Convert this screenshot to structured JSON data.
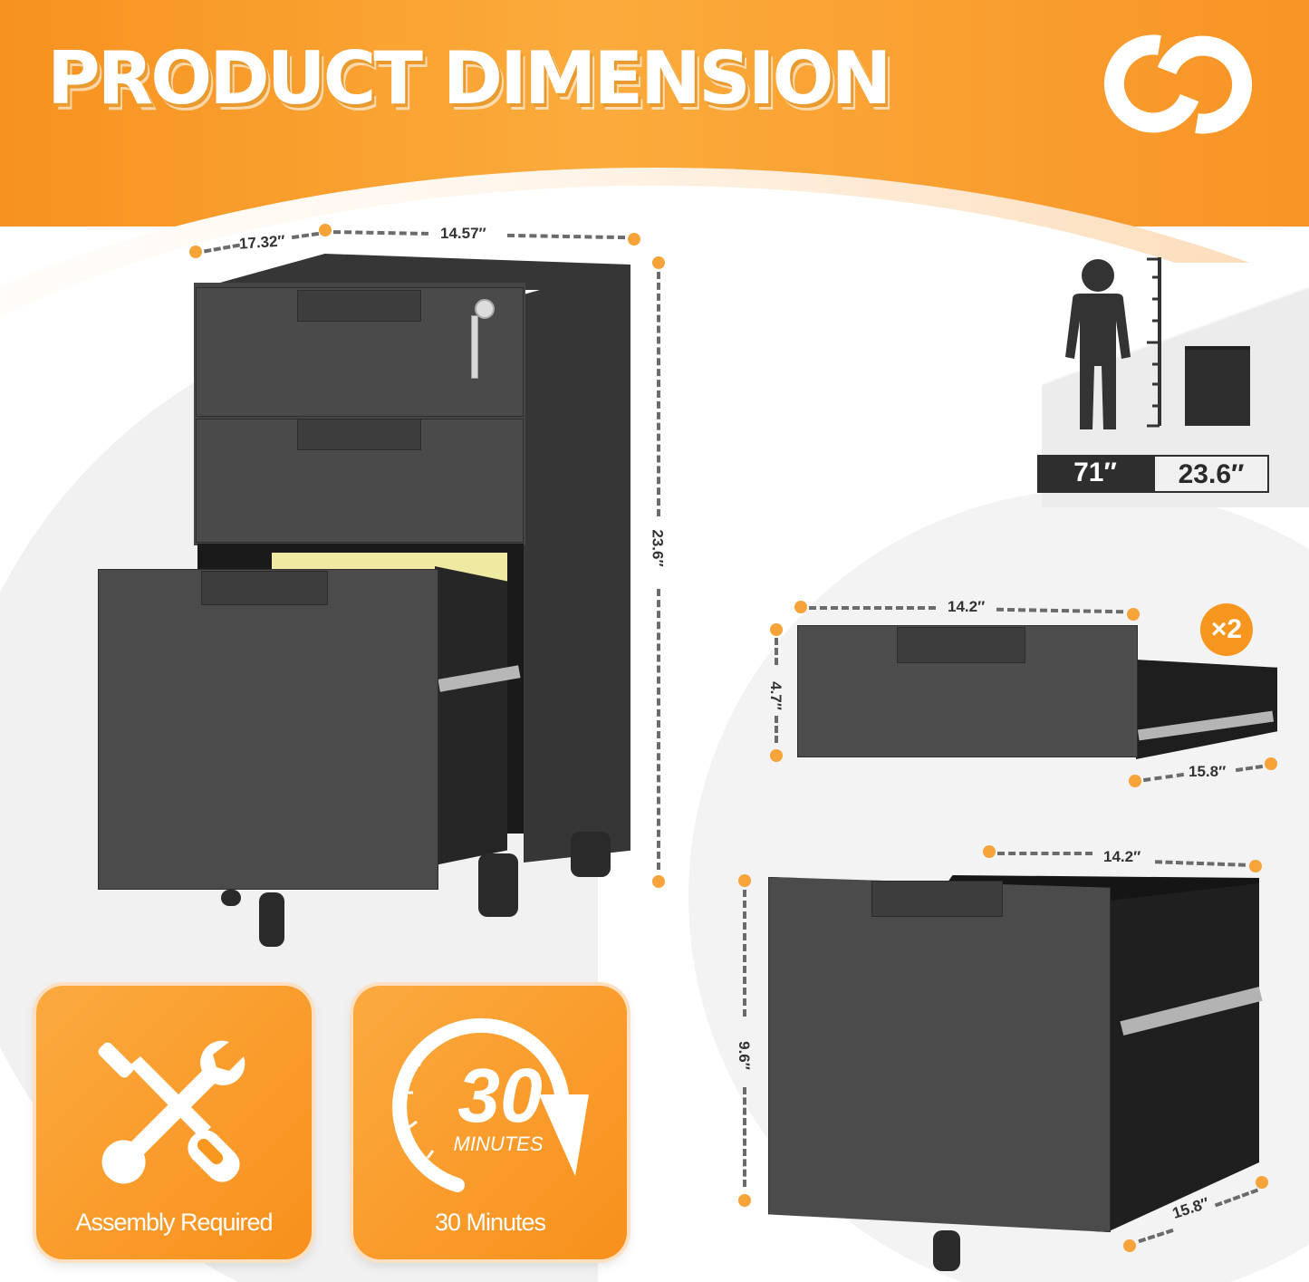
{
  "header": {
    "title": "PRODUCT DIMENSION",
    "logo_icon": "brand-interlocking-rings-icon",
    "colors": {
      "orange_start": "#f7921f",
      "orange_mid": "#fbab3c",
      "text": "#ffffff"
    }
  },
  "main_cabinet": {
    "depth": "17.32″",
    "width": "14.57″",
    "height": "23.6″",
    "drawers": 3,
    "has_lock": true
  },
  "height_comparison": {
    "person_height": "71″",
    "cabinet_height": "23.6″",
    "person_icon": "person-silhouette-icon",
    "ruler_icon": "height-ruler-icon"
  },
  "small_drawer": {
    "width": "14.2″",
    "height": "4.7″",
    "depth": "15.8″",
    "quantity_badge": "×2"
  },
  "file_drawer": {
    "width": "14.2″",
    "height": "9.6″",
    "depth": "15.8″"
  },
  "features": [
    {
      "label": "Assembly Required",
      "icon": "wrench-screwdriver-icon"
    },
    {
      "label": "30 Minutes",
      "icon": "timer-30-minutes-icon",
      "icon_number": "30",
      "icon_unit": "MINUTES"
    }
  ],
  "accent_colors": {
    "dot": "#f6a33a",
    "dash": "#6b6b6b",
    "cabinet": "#464646"
  }
}
